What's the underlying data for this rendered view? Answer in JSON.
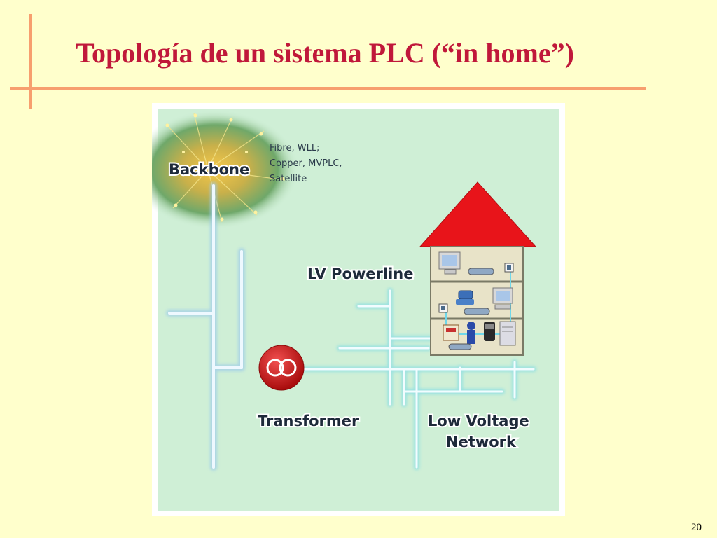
{
  "slide": {
    "title": "Topología de un sistema PLC (“in home”)",
    "page_number": "20"
  },
  "diagram": {
    "backbone_label": "Backbone",
    "backbone_media": [
      "Fibre, WLL;",
      "Copper, MVPLC,",
      "Satellite"
    ],
    "lv_powerline_label": "LV Powerline",
    "transformer_label": "Transformer",
    "low_voltage_network_label": [
      "Low Voltage",
      "Network"
    ],
    "colors": {
      "slide_background": "#FFFFCC",
      "title": "#C0183A",
      "accent_rule": "#F79F6E",
      "figure_background": "#CFEFD6",
      "powerline": "#8FE7F5",
      "backbone_line": "#B8DDF5",
      "transformer": "#D01818",
      "house_roof": "#E8141A",
      "house_wall": "#E8E3C8"
    },
    "icons": [
      "fibre-optic-burst-icon",
      "transformer-icon",
      "house-icon",
      "computer-icon",
      "modem-icon",
      "wall-socket-icon",
      "telephone-icon",
      "energy-meter-icon",
      "water-meter-icon",
      "gas-meter-icon"
    ]
  }
}
